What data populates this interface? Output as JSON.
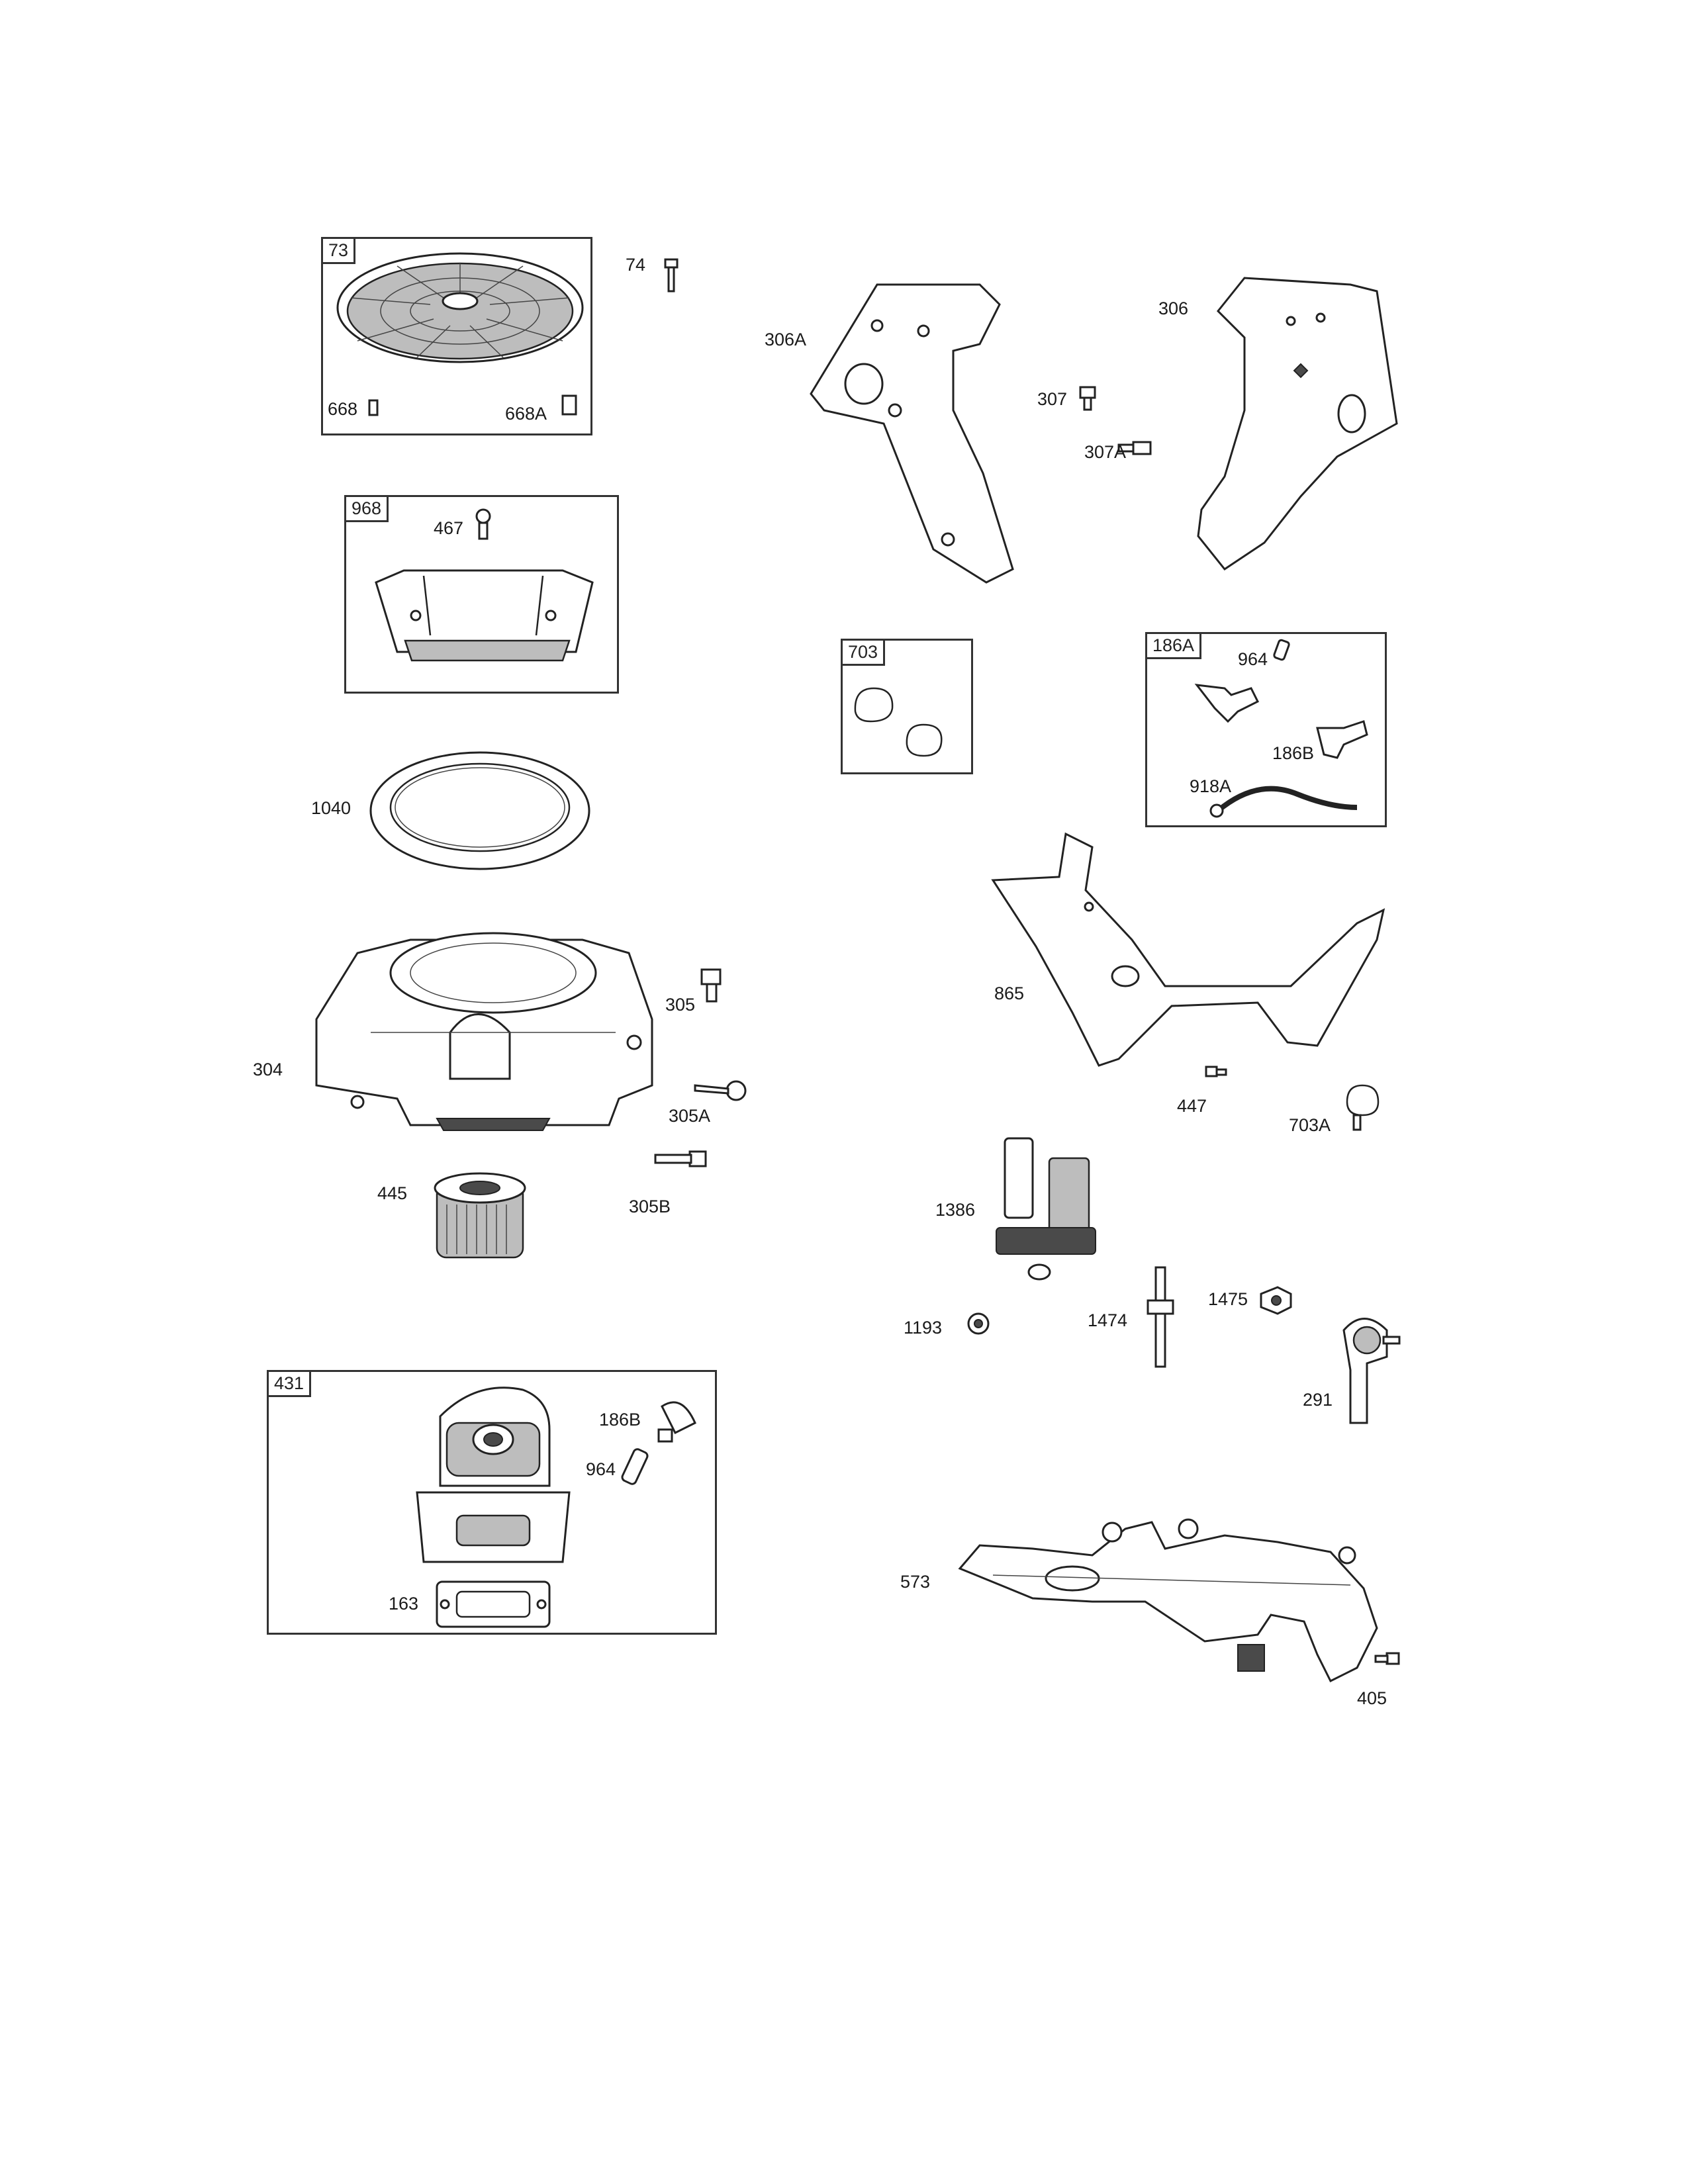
{
  "groups": {
    "g73": "73",
    "g968": "968",
    "g703": "703",
    "g186A": "186A",
    "g431": "431"
  },
  "labels": {
    "l74": "74",
    "l668": "668",
    "l668A": "668A",
    "l467": "467",
    "l1040": "1040",
    "l305": "305",
    "l304": "304",
    "l305A": "305A",
    "l445": "445",
    "l305B": "305B",
    "l186B_431": "186B",
    "l964_431": "964",
    "l163": "163",
    "l306A": "306A",
    "l306": "306",
    "l307": "307",
    "l307A": "307A",
    "l964_186A": "964",
    "l186B_186A": "186B",
    "l918A": "918A",
    "l865": "865",
    "l447": "447",
    "l703A": "703A",
    "l1386": "1386",
    "l1193": "1193",
    "l1474": "1474",
    "l1475": "1475",
    "l291": "291",
    "l573": "573",
    "l405": "405"
  }
}
